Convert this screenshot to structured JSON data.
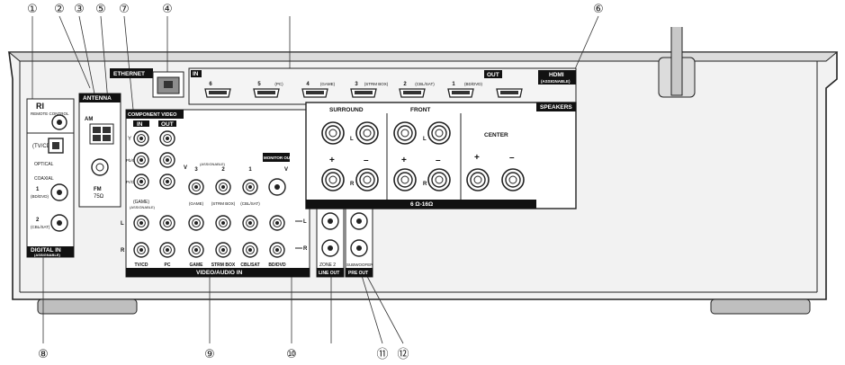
{
  "callouts": [
    "①",
    "②",
    "③",
    "⑤",
    "⑦",
    "④",
    "⑥",
    "⑧",
    "⑨",
    "⑩",
    "⑪",
    "⑫"
  ],
  "labels": {
    "ethernet": "ETHERNET",
    "hdmi_nums": [
      "6",
      "5",
      "4",
      "3",
      "2",
      "1"
    ],
    "hdmi_names": [
      "",
      "(PC)",
      "(GAME)",
      "(STRM BOX)",
      "(CBL/SAT)",
      "(BD/DVD)"
    ],
    "hdmi_in": "IN",
    "hdmi_out": "OUT",
    "hdmi_title": "HDMI",
    "hdmi_sub": "(ASSIGNABLE)",
    "ri": "RI",
    "remote_control": "REMOTE CONTROL",
    "antenna": "ANTENNA",
    "am": "AM",
    "fm": "FM",
    "fm_ohm": "75Ω",
    "component_video": "COMPONENT VIDEO",
    "comp_in": "IN",
    "comp_out": "OUT",
    "comp_y": "Y",
    "comp_pb": "Pb/Cb",
    "comp_pr": "Pr/Cr",
    "comp_game": "(GAME)",
    "comp_assignable": "(ASSIGNABLE)",
    "tv_cd": "(TV/CD)",
    "optical": "OPTICAL",
    "coaxial": "COAXIAL",
    "coax_1": "1",
    "coax_1_name": "(BD/DVD)",
    "coax_2": "2",
    "coax_2_name": "(CBL/SAT)",
    "digital_in": "DIGITAL IN",
    "digital_assignable": "(ASSIGNABLE)",
    "video_v": "V",
    "composite_nums": [
      "3",
      "2",
      "1"
    ],
    "composite_names": [
      "(GAME)",
      "(STRM BOX)",
      "(CBL/SAT)"
    ],
    "composite_assignable": "(ASSIGNABLE)",
    "monitor_out": "MONITOR OUT",
    "monitor_v": "V",
    "audio_l": "L",
    "audio_r": "R",
    "av_names": [
      "TV/CD",
      "PC",
      "GAME",
      "STRM BOX",
      "CBL/SAT",
      "BD/DVD"
    ],
    "video_audio_in": "VIDEO/AUDIO IN",
    "line_l": "L",
    "line_r": "R",
    "zone2": "ZONE 2",
    "line_out": "LINE OUT",
    "subwoofer": "SUBWOOFER",
    "pre_out": "PRE OUT",
    "speakers": "SPEAKERS",
    "surround": "SURROUND",
    "front": "FRONT",
    "center": "CENTER",
    "plus": "+",
    "minus": "–",
    "spk_l": "L",
    "spk_r": "R",
    "ohms": "6 Ω-16Ω"
  },
  "colors": {
    "panel": "#ececec",
    "outline": "#222222",
    "bar": "#111111",
    "jack": "#ffffff"
  }
}
